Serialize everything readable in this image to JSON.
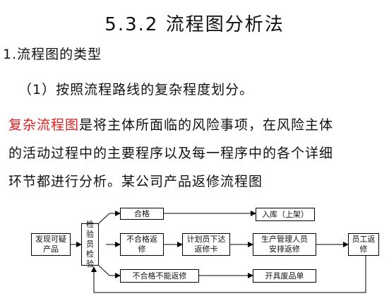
{
  "title": "5.3.2  流程图分析法",
  "heading1": "1.流程图的类型",
  "heading2": "（1）按照流程路线的复杂程度划分。",
  "paragraph": {
    "highlight": "复杂流程图",
    "line1_rest": "是将主体所面临的风险事项，在风险主体",
    "line2": "的活动过程中的主要程序以及每一程序中的各个详细",
    "line3": "环节都进行分析。某公司产品返修流程图"
  },
  "flowchart": {
    "discover": "发现可疑产品",
    "inspect": "检验员检验",
    "pass": "合格",
    "stock": "入库（上架）",
    "fail_repair": "不合格返修",
    "plan": "计划员下达返修卡",
    "production": "生产管理人员安排返修",
    "worker": "员工返修",
    "fail_norepair": "不合格不能返修",
    "scrap": "开具废品单"
  }
}
